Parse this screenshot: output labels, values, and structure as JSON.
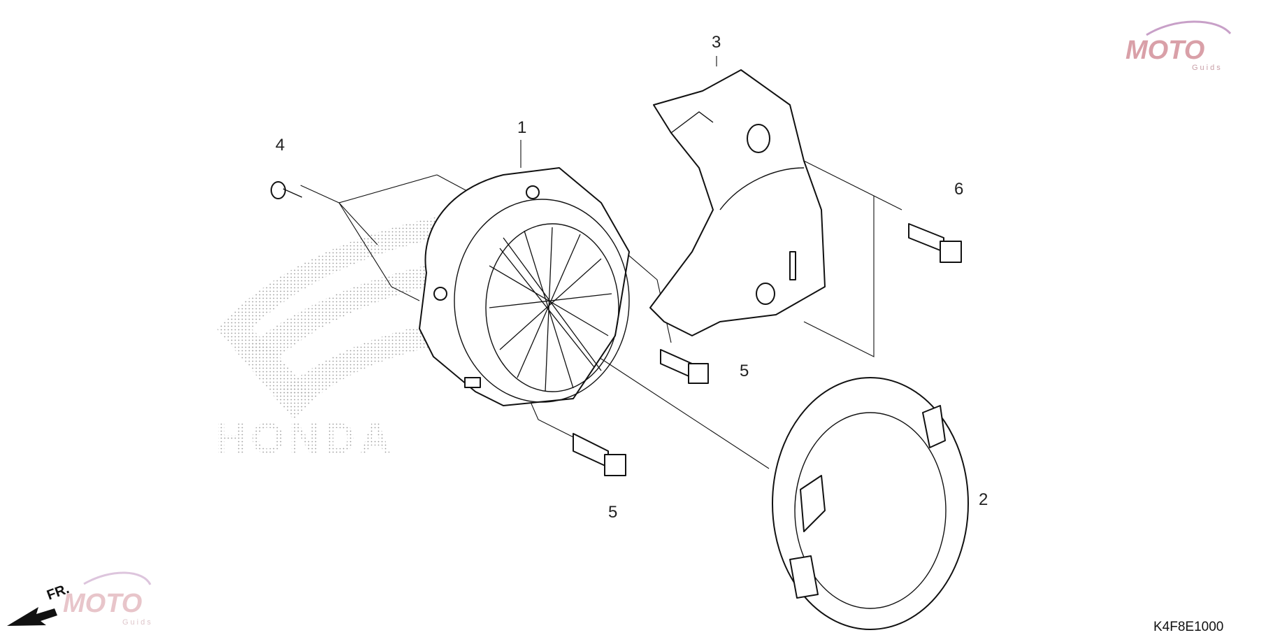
{
  "diagram": {
    "code": "K4F8E1000",
    "front_marker": "FR.",
    "brand_watermark": "HONDA",
    "logo": {
      "main": "MOTO",
      "sub": "Guids",
      "accent_color": "#d9a0a8"
    },
    "callouts": [
      {
        "id": "callout-1",
        "label": "1"
      },
      {
        "id": "callout-2",
        "label": "2"
      },
      {
        "id": "callout-3",
        "label": "3"
      },
      {
        "id": "callout-4",
        "label": "4"
      },
      {
        "id": "callout-5a",
        "label": "5"
      },
      {
        "id": "callout-5b",
        "label": "5"
      },
      {
        "id": "callout-6",
        "label": "6"
      }
    ]
  }
}
